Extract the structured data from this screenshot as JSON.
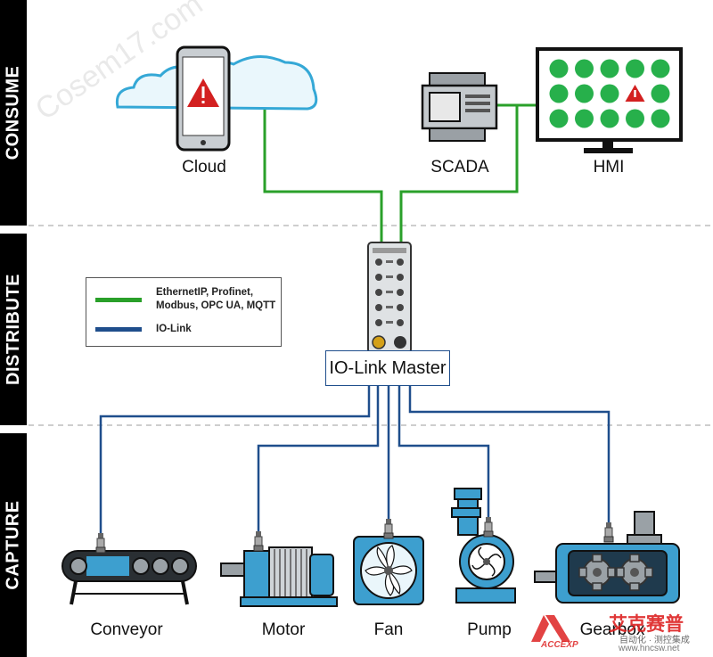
{
  "sections": {
    "consume": "CONSUME",
    "distribute": "DISTRIBUTE",
    "capture": "CAPTURE"
  },
  "nodes": {
    "cloud": "Cloud",
    "scada": "SCADA",
    "hmi": "HMI",
    "master": "IO-Link Master",
    "conveyor": "Conveyor",
    "motor": "Motor",
    "fan": "Fan",
    "pump": "Pump",
    "gearbox": "Gearbox"
  },
  "legend": {
    "ethernet_line1": "EthernetIP, Profinet,",
    "ethernet_line2": "Modbus, OPC UA, MQTT",
    "iolink": "IO-Link"
  },
  "colors": {
    "ethernet": "#2aa02a",
    "iolink": "#1f4e8c",
    "equipment": "#3d9fcf",
    "alert": "#d32020",
    "hmi_dot": "#27b04b"
  },
  "icons": {
    "alert": "warning-triangle-icon"
  },
  "watermark": {
    "bg_text": "Cosem17.com",
    "brand_cn": "艾克赛普",
    "brand_sub": "自动化 · 测控集成",
    "brand_url": "www.hncsw.net",
    "brand_logo": "ACCEXP"
  }
}
